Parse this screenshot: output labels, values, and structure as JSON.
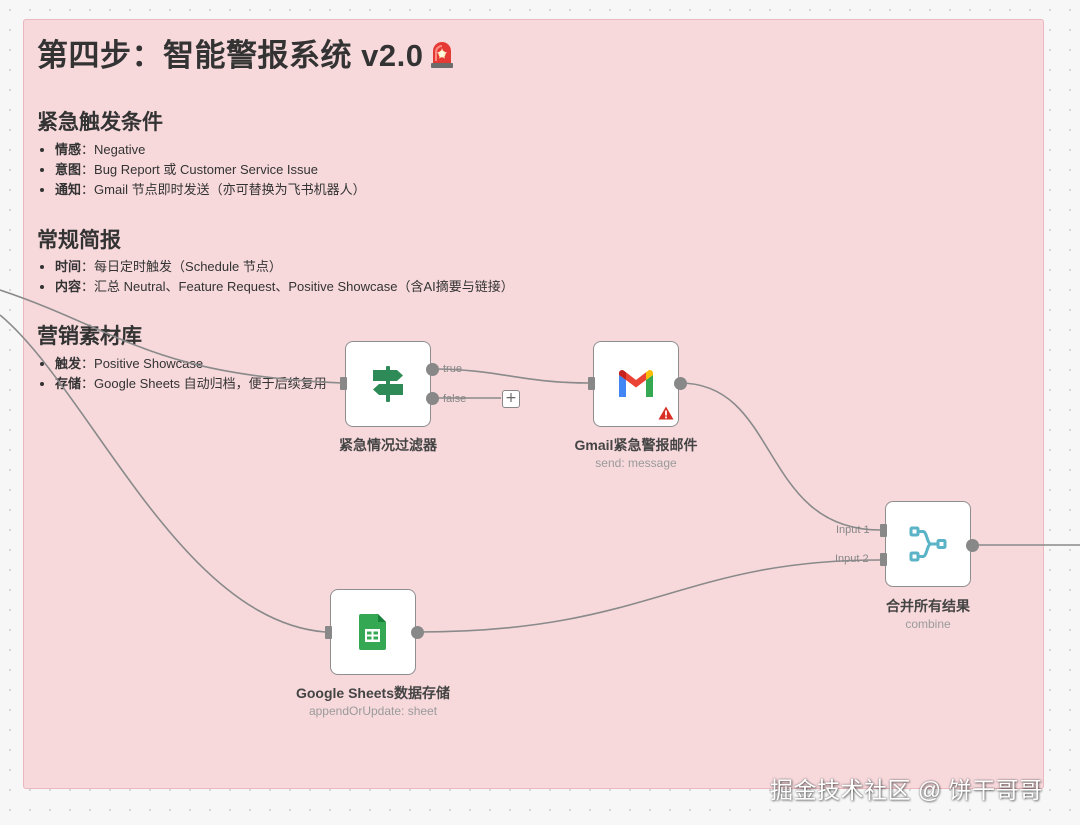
{
  "note": {
    "title": "第四步：智能警报系统 v2.0",
    "sections": [
      {
        "title": "紧急触发条件",
        "items": [
          {
            "key": "情感",
            "sep": "：",
            "text": "Negative"
          },
          {
            "key": "意图",
            "sep": "：",
            "text": "Bug Report 或 Customer Service Issue"
          },
          {
            "key": "通知",
            "sep": "：",
            "text": "Gmail 节点即时发送（亦可替换为飞书机器人）"
          }
        ]
      },
      {
        "title": "常规简报",
        "items": [
          {
            "key": "时间",
            "sep": "：",
            "text": "每日定时触发（Schedule 节点）"
          },
          {
            "key": "内容",
            "sep": "：",
            "text": "汇总 Neutral、Feature Request、Positive Showcase（含AI摘要与链接）"
          }
        ]
      },
      {
        "title": "营销素材库",
        "items": [
          {
            "key": "触发",
            "sep": "：",
            "text": "Positive Showcase"
          },
          {
            "key": "存储",
            "sep": "：",
            "text": "Google Sheets 自动归档，便于后续复用"
          }
        ]
      }
    ]
  },
  "nodes": {
    "filter": {
      "title": "紧急情况过滤器",
      "icon": "signpost-icon",
      "outputs": [
        "true",
        "false"
      ]
    },
    "gmail": {
      "title": "Gmail紧急警报邮件",
      "subtitle": "send: message",
      "icon": "gmail-icon",
      "badge": "warning-icon"
    },
    "merge": {
      "title": "合并所有结果",
      "subtitle": "combine",
      "icon": "merge-icon",
      "inputs": [
        "Input 1",
        "Input 2"
      ]
    },
    "sheets": {
      "title": "Google Sheets数据存储",
      "subtitle": "appendOrUpdate: sheet",
      "icon": "google-sheets-icon"
    }
  },
  "plus_button": "+",
  "watermark": "掘金技术社区 @ 饼干哥哥",
  "colors": {
    "note_bg": "#f7d9dc",
    "filter_icon": "#2e8b57",
    "sheets_icon": "#34a853",
    "merge_icon": "#5ab3c7",
    "warning": "#d93025",
    "edge": "#8a8a8a"
  }
}
